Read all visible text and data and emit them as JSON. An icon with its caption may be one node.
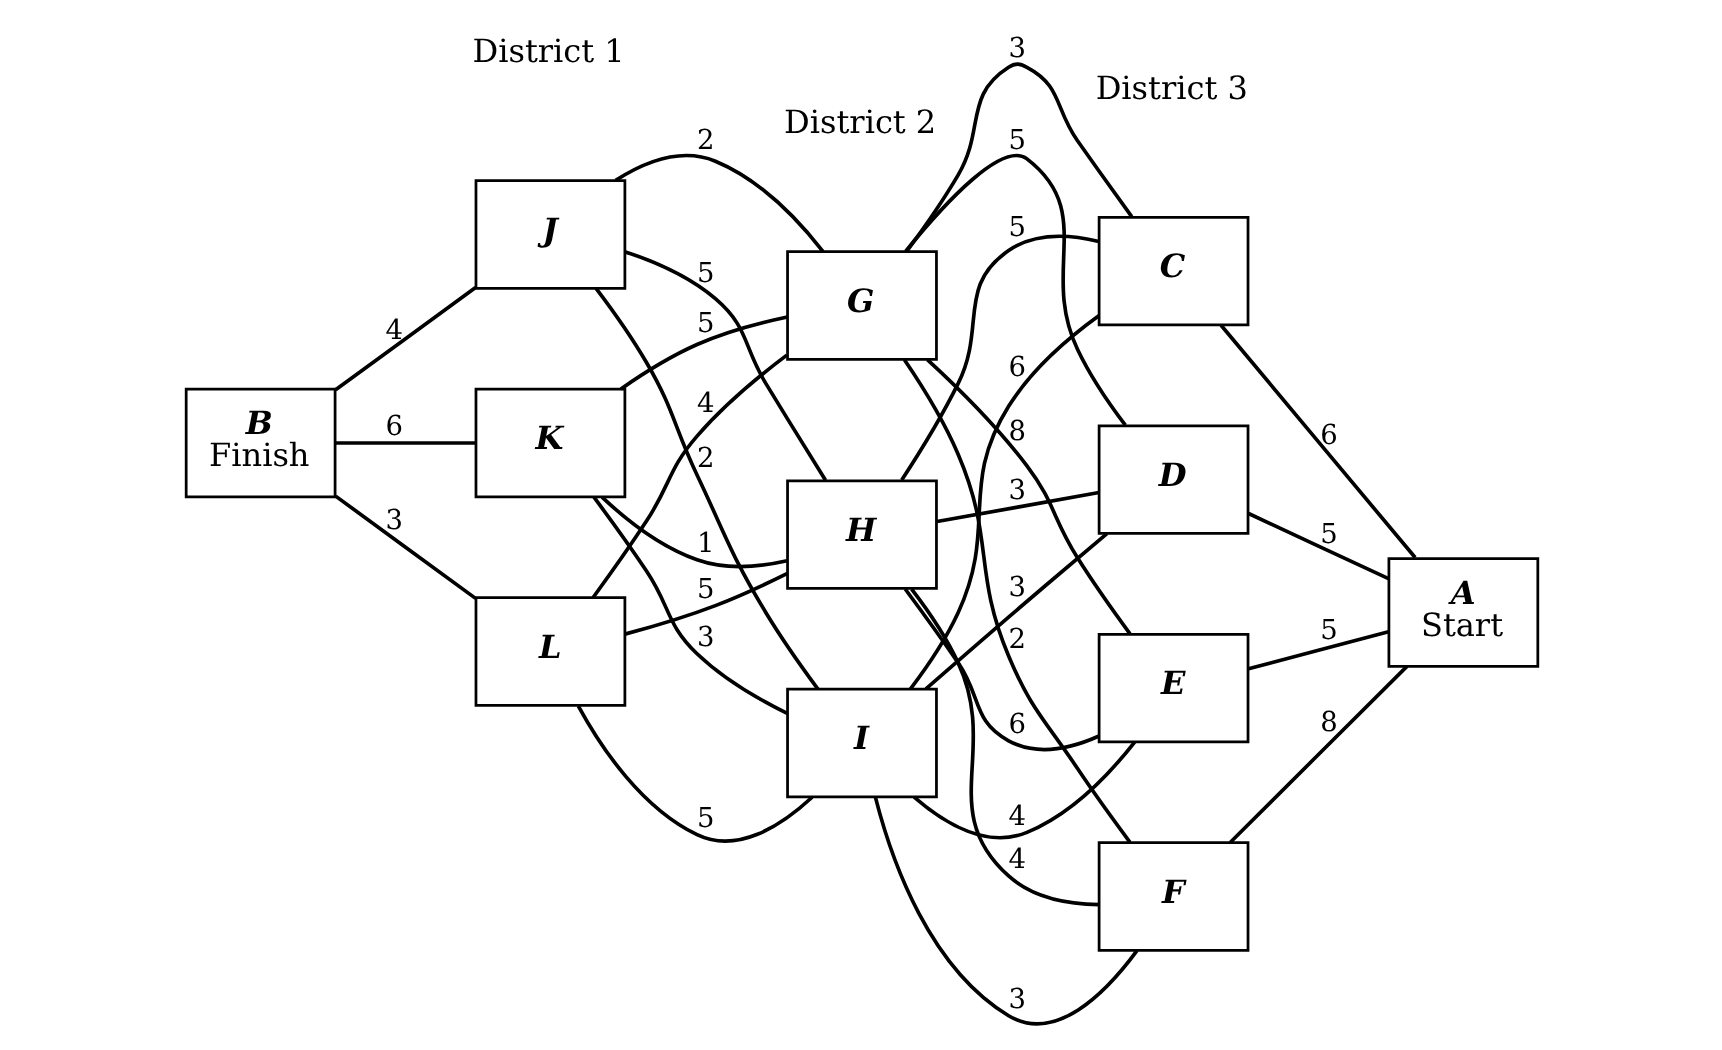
{
  "diagram": {
    "nodes": [
      {
        "text": [
          "B",
          "Finish"
        ]
      },
      {
        "text": [
          "J"
        ]
      },
      {
        "text": [
          "K"
        ]
      },
      {
        "text": [
          "L"
        ]
      },
      {
        "text": [
          "G"
        ]
      },
      {
        "text": [
          "H"
        ]
      },
      {
        "text": [
          "I"
        ]
      },
      {
        "text": [
          "C"
        ]
      },
      {
        "text": [
          "D"
        ]
      },
      {
        "text": [
          "E"
        ]
      },
      {
        "text": [
          "F"
        ]
      },
      {
        "text": [
          "A",
          "Start"
        ]
      }
    ],
    "edges": [
      {
        "from": 0,
        "to": 1,
        "arrow": "none",
        "label": "4"
      },
      {
        "from": 0,
        "to": 2,
        "arrow": "none",
        "label": "6"
      },
      {
        "from": 0,
        "to": 3,
        "arrow": "none",
        "label": "3"
      },
      {
        "from": 1,
        "to": 4,
        "arrow": "none",
        "label": "2"
      },
      {
        "from": 1,
        "to": 5,
        "arrow": "none",
        "label": "5"
      },
      {
        "from": 1,
        "to": 6,
        "arrow": "none",
        "label": "2"
      },
      {
        "from": 2,
        "to": 4,
        "arrow": "none",
        "label": "5"
      },
      {
        "from": 2,
        "to": 5,
        "arrow": "none",
        "label": "1"
      },
      {
        "from": 2,
        "to": 6,
        "arrow": "none",
        "label": "3"
      },
      {
        "from": 3,
        "to": 4,
        "arrow": "none",
        "label": "4"
      },
      {
        "from": 3,
        "to": 5,
        "arrow": "none",
        "label": "5"
      },
      {
        "from": 3,
        "to": 6,
        "arrow": "none",
        "label": "5"
      },
      {
        "from": 4,
        "to": 7,
        "arrow": "none",
        "label": "3"
      },
      {
        "from": 4,
        "to": 8,
        "arrow": "none",
        "label": "5"
      },
      {
        "from": 4,
        "to": 9,
        "arrow": "none",
        "label": "8"
      },
      {
        "from": 4,
        "to": 10,
        "arrow": "none",
        "label": "2"
      },
      {
        "from": 5,
        "to": 7,
        "arrow": "none",
        "label": "5"
      },
      {
        "from": 5,
        "to": 8,
        "arrow": "none",
        "label": "3"
      },
      {
        "from": 5,
        "to": 9,
        "arrow": "none",
        "label": "6"
      },
      {
        "from": 5,
        "to": 10,
        "arrow": "none",
        "label": "4"
      },
      {
        "from": 6,
        "to": 7,
        "arrow": "none",
        "label": "6"
      },
      {
        "from": 6,
        "to": 8,
        "arrow": "none",
        "label": "3"
      },
      {
        "from": 6,
        "to": 9,
        "arrow": "none",
        "label": "4"
      },
      {
        "from": 6,
        "to": 10,
        "arrow": "none",
        "label": "3"
      },
      {
        "from": 7,
        "to": 11,
        "arrow": "none",
        "label": "6"
      },
      {
        "from": 8,
        "to": 11,
        "arrow": "none",
        "label": "5"
      },
      {
        "from": 9,
        "to": 11,
        "arrow": "none",
        "label": "5"
      },
      {
        "from": 10,
        "to": 11,
        "arrow": "none",
        "label": "8"
      }
    ],
    "labels": [
      "District 1",
      "District 2",
      "District 3"
    ]
  }
}
